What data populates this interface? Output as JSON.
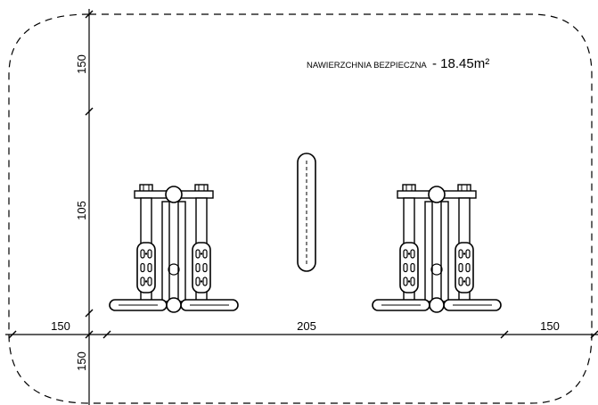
{
  "drawing": {
    "area_label": "NAWIERZCHNIA BEZPIECZNA",
    "area_value": "- 18.45m²",
    "dimensions": {
      "top_clearance": "150",
      "equipment_depth": "105",
      "bottom_clearance": "150",
      "left_clearance": "150",
      "equipment_width": "205",
      "right_clearance": "150"
    }
  }
}
